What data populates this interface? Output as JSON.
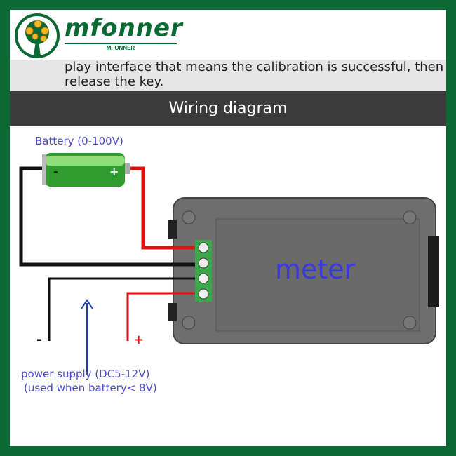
{
  "brand": {
    "name": "mfonner",
    "subtitle": "MFONNER"
  },
  "instruction": {
    "line1": "play interface that means the calibration is successful, then",
    "line2": "release the key."
  },
  "section_title": "Wiring diagram",
  "diagram": {
    "battery_label": "Battery (0-100V)",
    "battery_minus": "-",
    "battery_plus": "+",
    "meter_label": "meter",
    "supply_minus": "-",
    "supply_plus": "+",
    "supply_label": "power supply (DC5-12V)",
    "supply_note": "(used when battery< 8V)"
  },
  "colors": {
    "border": "#0b6a34",
    "label": "#4b4bcc",
    "red_wire": "#e01010",
    "blue_arrow": "#1a3fb5"
  }
}
